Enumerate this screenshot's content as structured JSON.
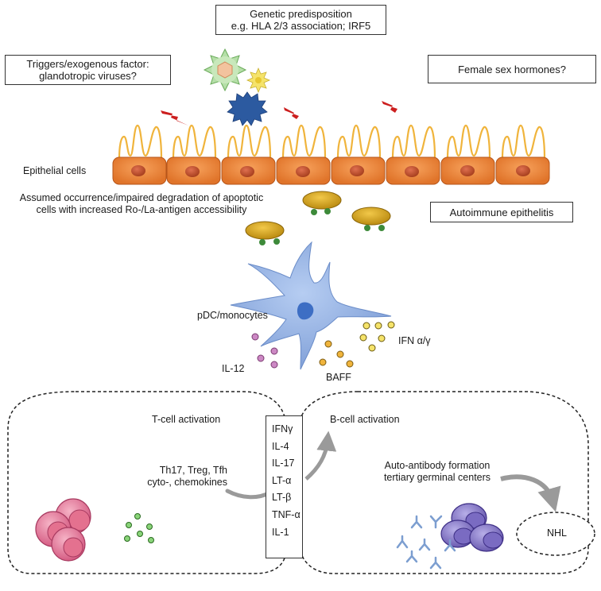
{
  "boxes": {
    "genetic_line1": "Genetic predisposition",
    "genetic_line2": "e.g. HLA 2/3 association; IRF5",
    "triggers_line1": "Triggers/exogenous factor:",
    "triggers_line2": "glandotropic viruses?",
    "hormones": "Female sex hormones?",
    "epithelitis": "Autoimmune epithelitis"
  },
  "labels": {
    "epithelial_cells": "Epithelial cells",
    "apoptotic_line1": "Assumed occurrence/impaired degradation of apoptotic",
    "apoptotic_line2": "cells with increased Ro-/La-antigen accessibility",
    "pdc": "pDC/monocytes",
    "il12": "IL-12",
    "baff": "BAFF",
    "ifn": "IFN α/γ",
    "tcell_activation": "T-cell activation",
    "th17_line1": "Th17, Treg, Tfh",
    "th17_line2": "cyto-, chemokines",
    "bcell_activation": "B-cell activation",
    "autoab_line1": "Auto-antibody formation",
    "autoab_line2": "tertiary germinal centers",
    "nhl": "NHL"
  },
  "cytokines": [
    "IFNγ",
    "IL-4",
    "IL-17",
    "LT-α",
    "LT-β",
    "TNF-α",
    "IL-1"
  ],
  "colors": {
    "epithelial_cell": "#f08a3c",
    "nucleus": "#c0502a",
    "cilia": "#f0b43c",
    "dendritic_cell": "#8eaee0",
    "lightning": "#cc1f1f",
    "virus_green": "#b5dfa8",
    "virus_blue": "#2c5aa0",
    "virus_yellow": "#f5e36a",
    "apoptotic_body": "#d4a017",
    "tcell": "#e57fa0",
    "bcell": "#8877c4",
    "antibody": "#7c9ed0",
    "arrow_gray": "#9a9a9a"
  }
}
